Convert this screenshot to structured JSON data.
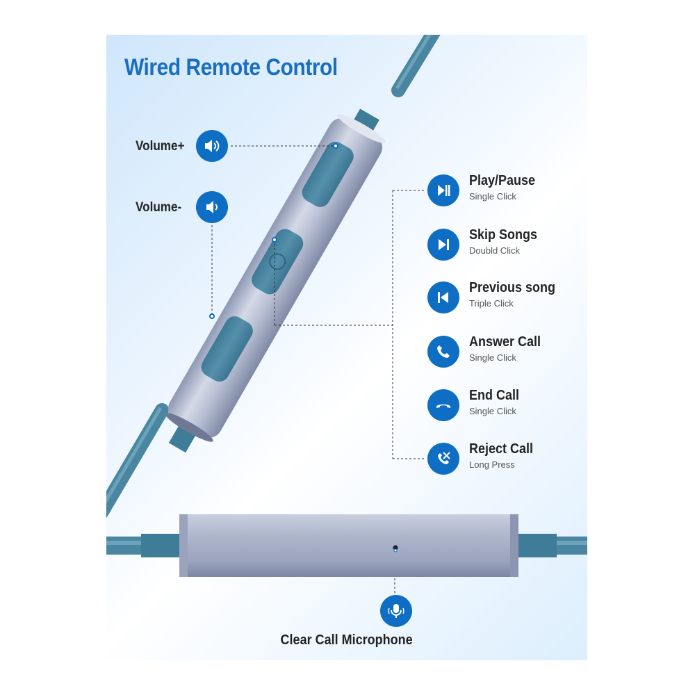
{
  "title": "Wired Remote Control",
  "volume_labels": {
    "volume_up": "Volume+",
    "volume_down": "Volume-"
  },
  "features": [
    {
      "title": "Play/Pause",
      "subtitle": "Single Click",
      "icon": "play-pause-icon"
    },
    {
      "title": "Skip Songs",
      "subtitle": "Doubld Click",
      "icon": "skip-next-icon"
    },
    {
      "title": "Previous song",
      "subtitle": "Triple Click",
      "icon": "skip-previous-icon"
    },
    {
      "title": "Answer Call",
      "subtitle": "Single Click",
      "icon": "phone-answer-icon"
    },
    {
      "title": "End Call",
      "subtitle": "Single Click",
      "icon": "phone-end-icon"
    },
    {
      "title": "Reject Call",
      "subtitle": "Long Press",
      "icon": "phone-reject-icon"
    }
  ],
  "microphone_label": "Clear Call Microphone",
  "colors": {
    "accent_blue": "#0d6ec4",
    "title_blue": "#1a6ec2",
    "cable_teal": "#4a86a0",
    "remote_silver": "#b7bfd3"
  }
}
